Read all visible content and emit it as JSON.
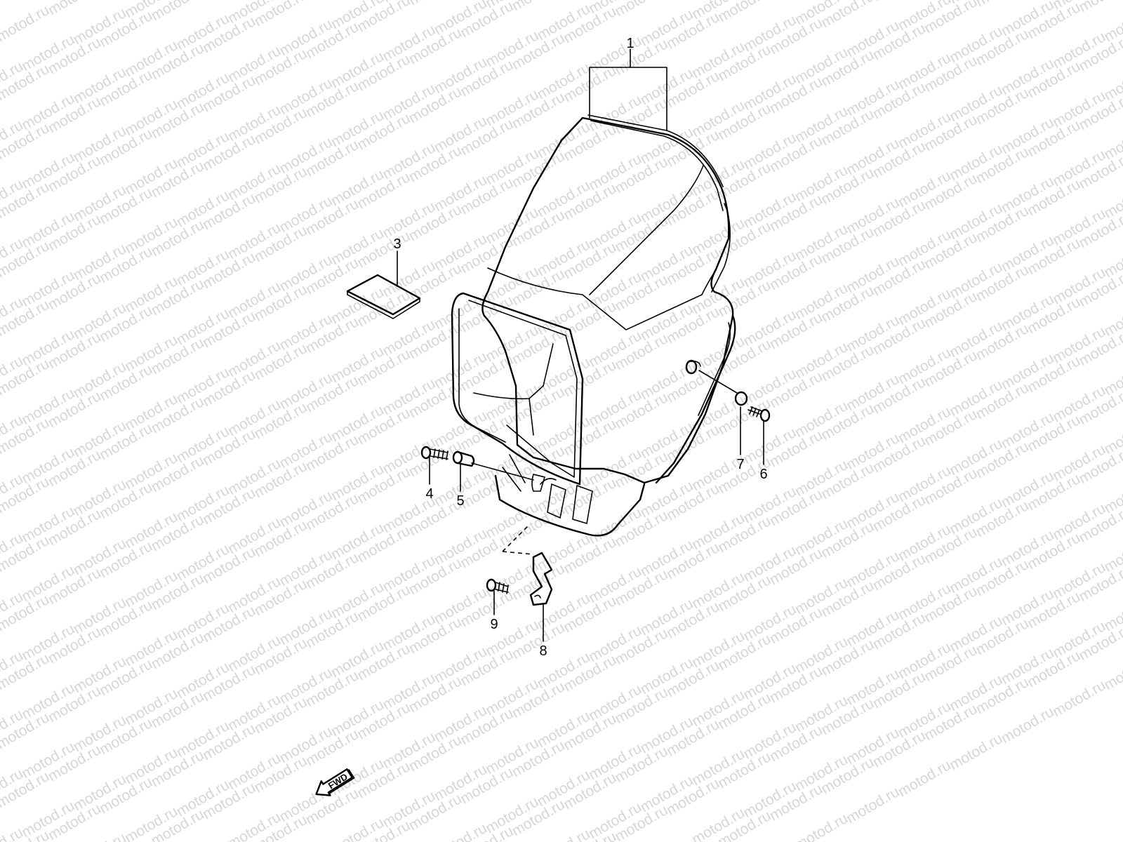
{
  "watermark": {
    "text": "motod.ru",
    "color": "#d6d6d6"
  },
  "callouts": [
    "1",
    "3",
    "4",
    "5",
    "6",
    "7",
    "8",
    "9"
  ],
  "fwd_label": "FWD",
  "colors": {
    "line": "#000000",
    "background": "#ffffff"
  }
}
